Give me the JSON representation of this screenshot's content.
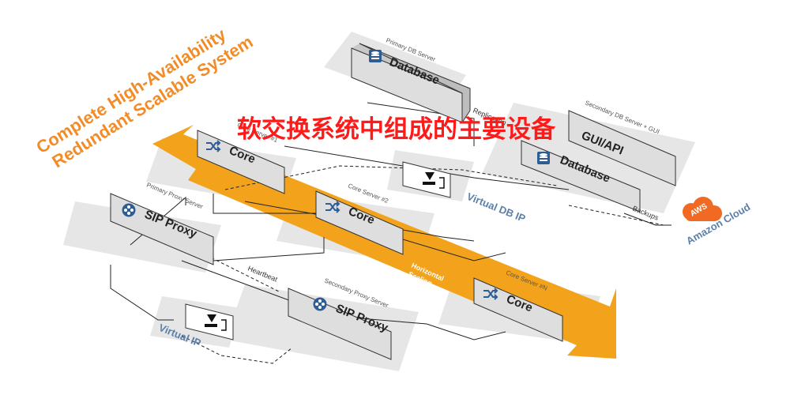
{
  "title": {
    "line1": "Complete High-Availability",
    "line2": "Redundant Scalable System"
  },
  "overlay_caption": "软交换系统中组成的主要设备",
  "nodes": {
    "primary_db": {
      "caption": "Primary DB Server",
      "label": "Database",
      "icon": "database-icon"
    },
    "secondary_db": {
      "caption": "Secondary DB Server + GUI",
      "label_top": "GUI/API",
      "label": "Database",
      "icon": "database-icon"
    },
    "core1": {
      "caption": "Core Server #1",
      "label": "Core",
      "icon": "shuffle-icon"
    },
    "core2": {
      "caption": "Core Server #2",
      "label": "Core",
      "icon": "shuffle-icon"
    },
    "coreN": {
      "caption": "Core Server #N",
      "label": "Core",
      "icon": "shuffle-icon"
    },
    "sip_primary": {
      "caption": "Primary Proxy Server",
      "label": "SIP Proxy",
      "icon": "sip-network-icon"
    },
    "sip_secondary": {
      "caption": "Secondary Proxy Server",
      "label": "SIP Proxy",
      "icon": "sip-network-icon"
    }
  },
  "virtual_db_ip": {
    "label": "Virtual DB IP",
    "icon": "failover-switch-icon"
  },
  "virtual_ip": {
    "label": "Virtual IP",
    "icon": "failover-switch-icon"
  },
  "cloud": {
    "label": "Amazon Cloud",
    "badge": "AWS",
    "icon": "aws-cloud-icon"
  },
  "edge_labels": {
    "heartbeat": "Heartbeat",
    "backups": "Backups",
    "replication": "Replication"
  },
  "scaling_arrow": {
    "line1": "Horizontal",
    "line2": "Scaling"
  },
  "colors": {
    "accent_orange": "#f2a31b",
    "title_orange": "#f28c28",
    "overlay_red": "#ff1a1a",
    "platform_gray": "#e6e6e6",
    "box_top": "#f4f4f4",
    "box_front": "#dedede",
    "box_side": "#c8c8c8",
    "icon_blue": "#2d5d93",
    "label_blue": "#5b7fa8",
    "aws_orange": "#f06a24"
  }
}
